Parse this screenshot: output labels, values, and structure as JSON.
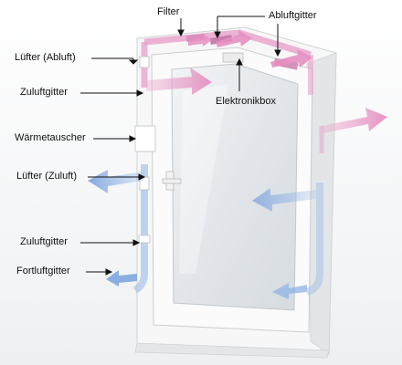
{
  "labels": {
    "filter": "Filter",
    "abluftgitter": "Abluftgitter",
    "luefter_abluft": "Lüfter (Abluft)",
    "zuluftgitter_top": "Zuluftgitter",
    "elektronikbox": "Elektronikbox",
    "waermetauscher": "Wärmetauscher",
    "luefter_zuluft": "Lüfter (Zuluft)",
    "zuluftgitter_bottom": "Zuluftgitter",
    "fortluftgitter": "Fortluftgitter"
  },
  "colors": {
    "exhaust_arrow": "#e59ac6",
    "supply_arrow": "#8fb3e6",
    "frame": "#f4f4f4",
    "glass": "#e6e9ec",
    "duct_pink": "#e7a0c9",
    "duct_blue": "#a7c2e8"
  }
}
